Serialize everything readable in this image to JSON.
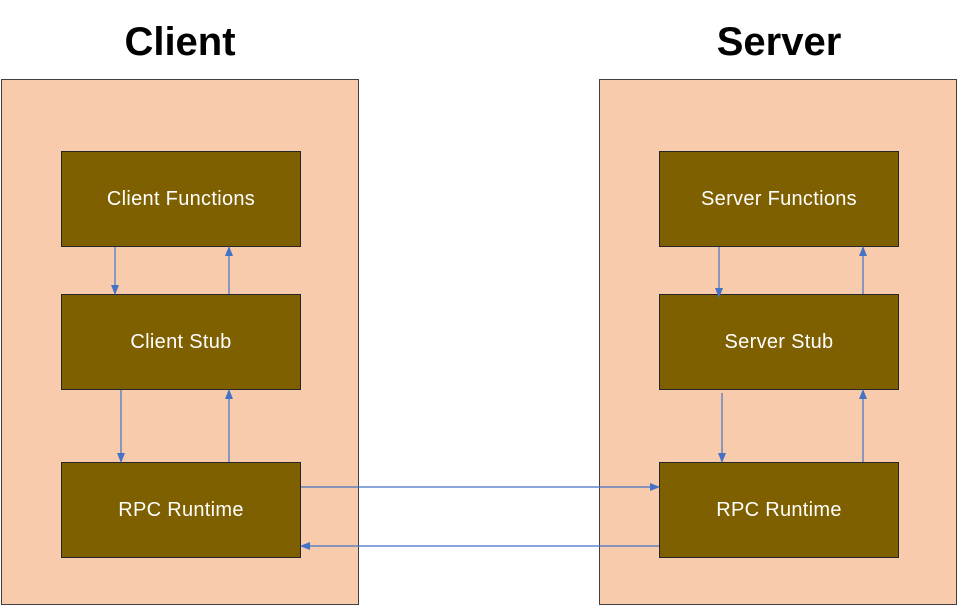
{
  "client": {
    "title": "Client",
    "functions_label": "Client Functions",
    "stub_label": "Client Stub",
    "runtime_label": "RPC Runtime"
  },
  "server": {
    "title": "Server",
    "functions_label": "Server Functions",
    "stub_label": "Server Stub",
    "runtime_label": "RPC Runtime"
  },
  "colors": {
    "panel_fill": "#f8cbad",
    "box_fill": "#7f6000",
    "arrow": "#4472c4"
  }
}
